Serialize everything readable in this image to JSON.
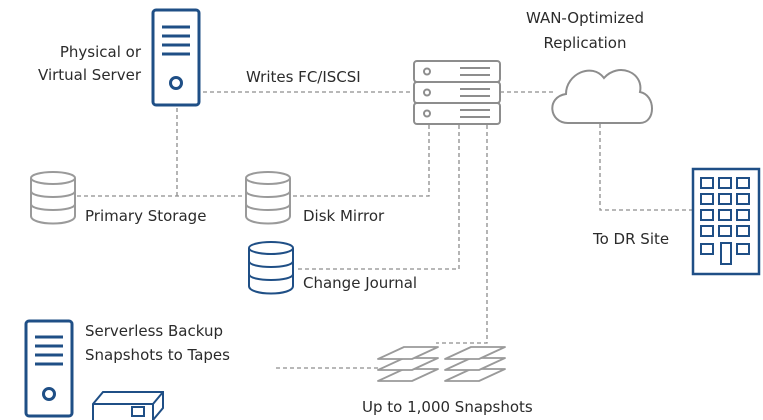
{
  "colors": {
    "blue": "#1f4f86",
    "gray": "#9a9a9a",
    "line": "#8d8d8d",
    "text": "#2b2b2b"
  },
  "labels": {
    "server_line1": "Physical or",
    "server_line2": "Virtual Server",
    "writes": "Writes FC/ISCSI",
    "wan_line1": "WAN-Optimized",
    "wan_line2": "Replication",
    "primary_storage": "Primary Storage",
    "disk_mirror": "Disk Mirror",
    "change_journal": "Change Journal",
    "to_dr_site": "To DR Site",
    "backup_line1": "Serverless Backup",
    "backup_line2": "Snapshots to Tapes",
    "snapshots": "Up to 1,000 Snapshots"
  },
  "icons": [
    "server-tower-icon",
    "rack-appliance-icon",
    "cloud-icon",
    "building-icon",
    "primary-storage-database-icon",
    "disk-mirror-database-icon",
    "change-journal-database-icon",
    "backup-server-tower-icon",
    "tape-drive-icon",
    "snapshot-stack-icon"
  ]
}
